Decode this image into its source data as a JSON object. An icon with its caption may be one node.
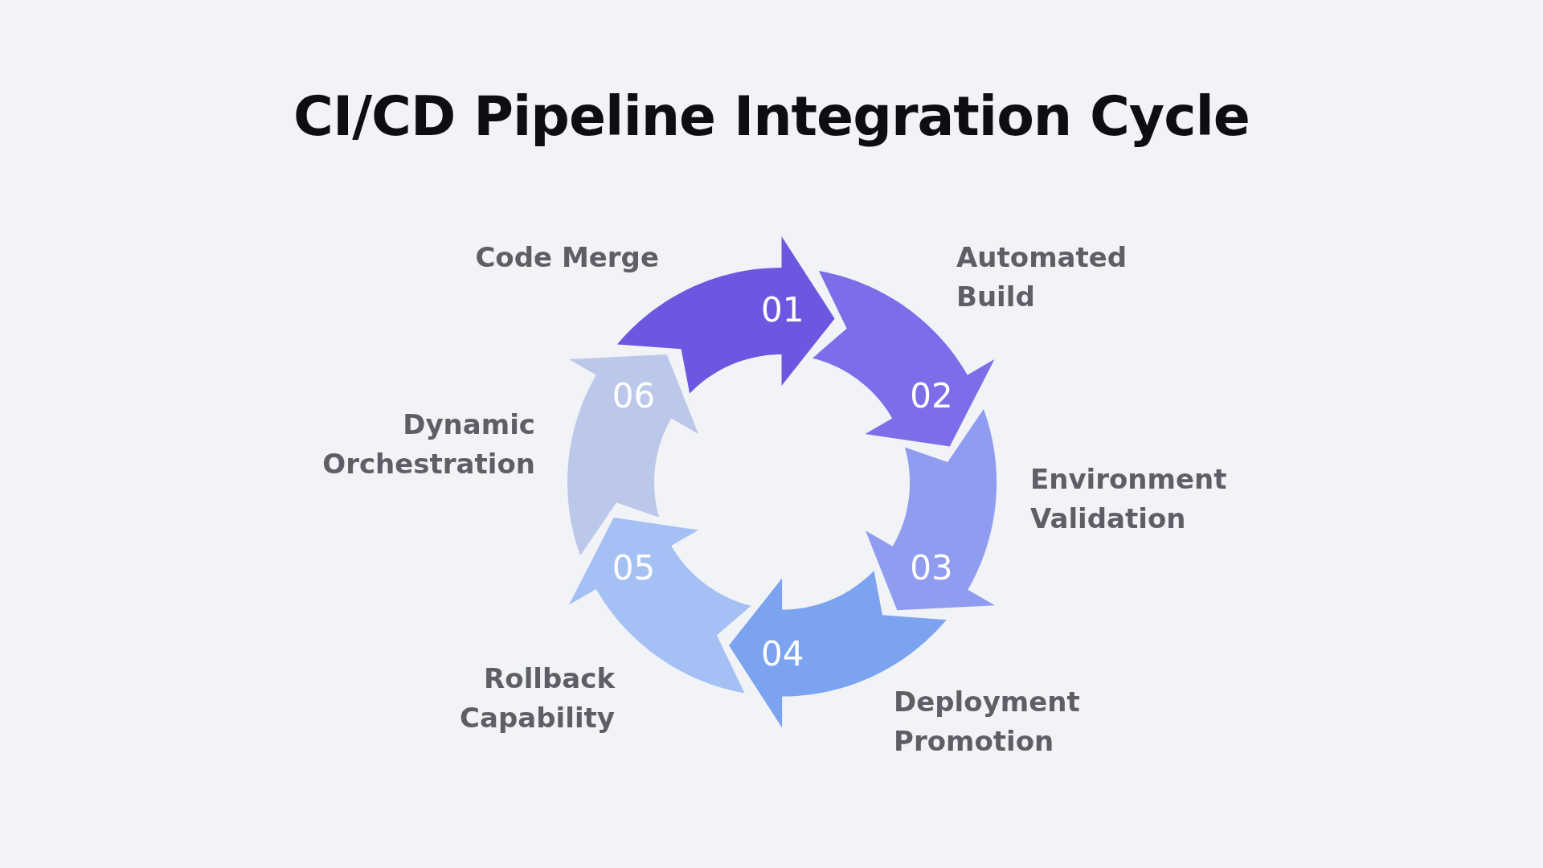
{
  "diagram": {
    "title": "CI/CD Pipeline Integration Cycle",
    "nodes": [
      {
        "text": [
          "01"
        ],
        "beside": [
          "Code Merge"
        ]
      },
      {
        "text": [
          "02"
        ],
        "beside": [
          "Automated Build"
        ]
      },
      {
        "text": [
          "03"
        ],
        "beside": [
          "Environment Validation"
        ]
      },
      {
        "text": [
          "04"
        ],
        "beside": [
          "Deployment Promotion"
        ]
      },
      {
        "text": [
          "05"
        ],
        "beside": [
          "Rollback Capability"
        ]
      },
      {
        "text": [
          "06"
        ],
        "beside": [
          "Dynamic Orchestration"
        ]
      }
    ]
  }
}
